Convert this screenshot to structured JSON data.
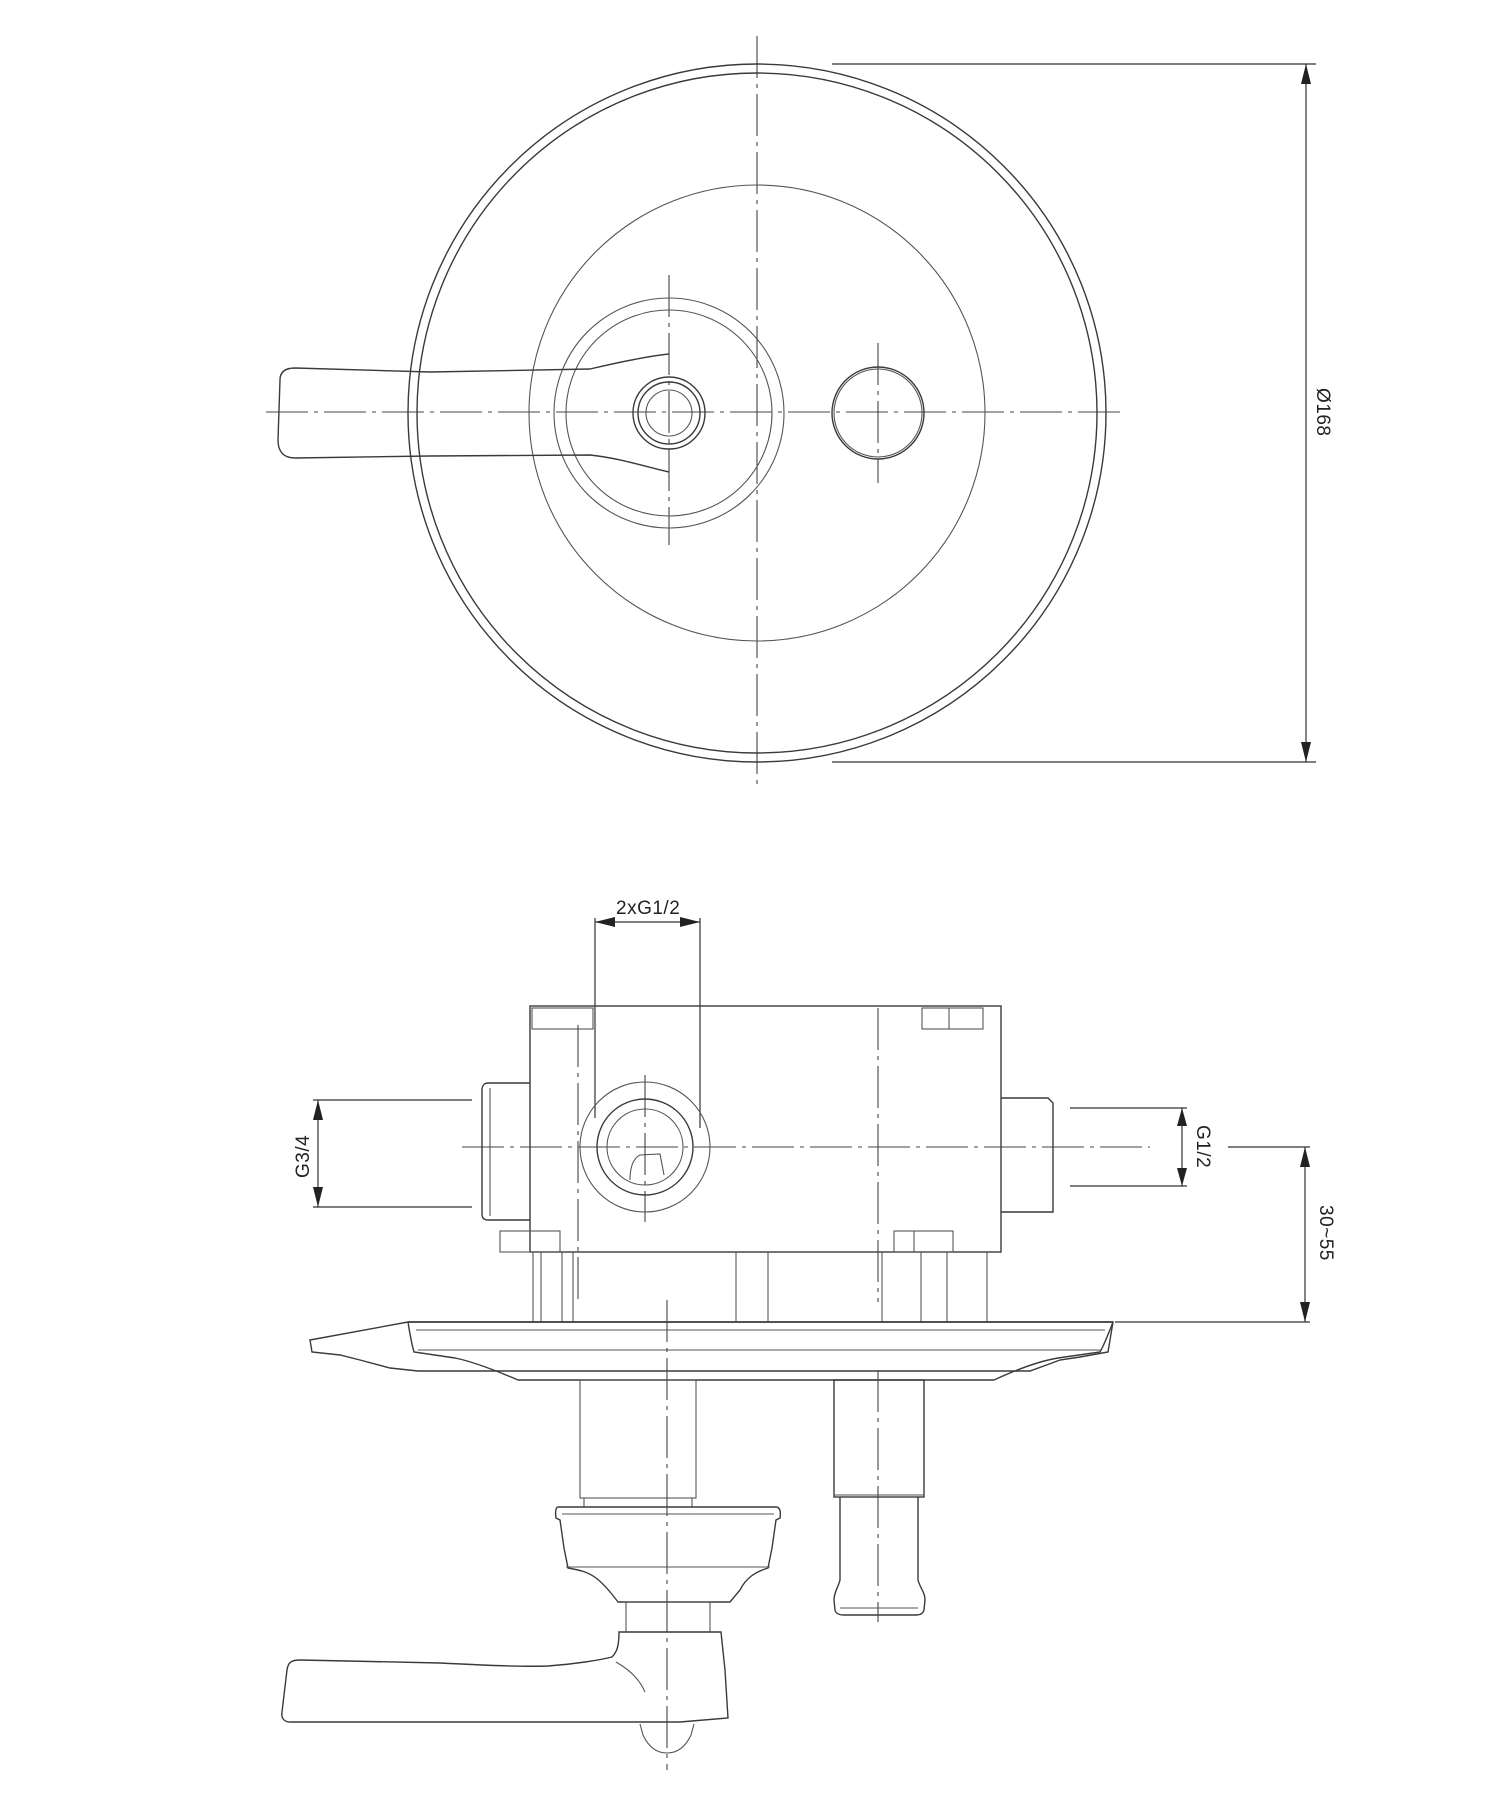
{
  "drawing": {
    "type": "technical-drawing",
    "subject": "concealed mixer with lever handle and diverter button",
    "views": [
      {
        "name": "front-view",
        "description": "round cover plate with lever handle and push button"
      },
      {
        "name": "side-view",
        "description": "concealed body with connections, cover plate, handle and button"
      }
    ]
  },
  "dimensions": {
    "plate_diameter": "Ø168",
    "outlets": "2xG1/2",
    "inlet_left": "G3/4",
    "inlet_right": "G1/2",
    "install_depth": "30~55"
  },
  "colors": {
    "line": "#3a3a3a",
    "background": "#ffffff"
  }
}
